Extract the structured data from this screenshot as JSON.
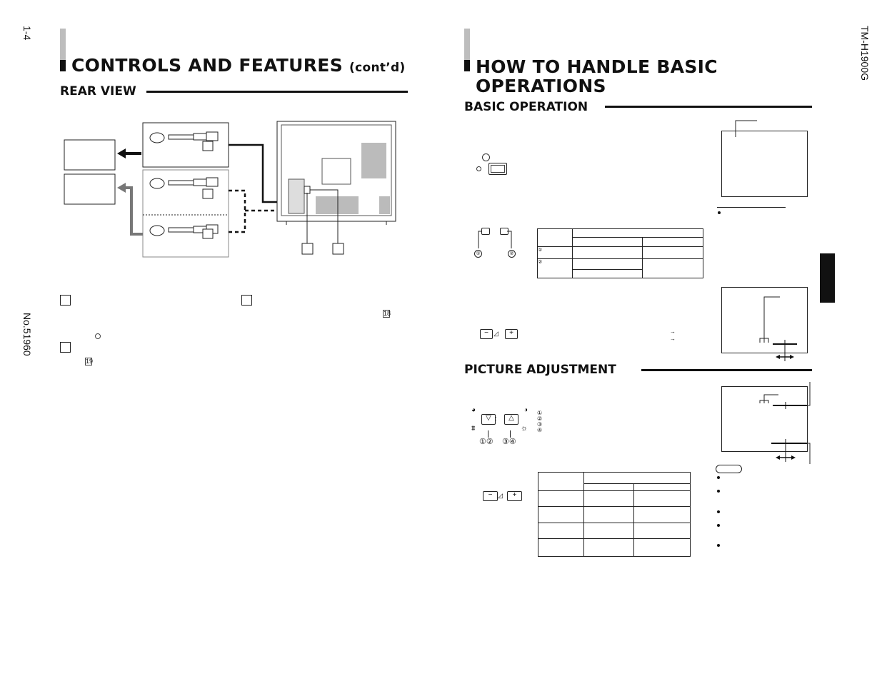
{
  "page": {
    "page_number": "1-4",
    "doc_number": "No.51960",
    "model": "TM-H1900G"
  },
  "left": {
    "title": "CONTROLS AND FEATURES",
    "title_suffix": "(cont’d)",
    "section": "REAR VIEW",
    "page_refs": [
      "18",
      "19"
    ]
  },
  "right": {
    "title_line1": "HOW TO HANDLE BASIC",
    "title_line2": "OPERATIONS",
    "section_basic": "BASIC OPERATION",
    "section_picture": "PICTURE ADJUSTMENT",
    "buttons": {
      "minus": "−",
      "plus": "+",
      "down": "▽",
      "up": "△"
    },
    "circled": [
      "①",
      "②",
      "③",
      "④"
    ],
    "labels_12": "①②",
    "labels_34": "③④"
  },
  "colors": {
    "ink": "#111111",
    "gray_bar": "#bdbdbd",
    "arrow_gray": "#777777"
  }
}
